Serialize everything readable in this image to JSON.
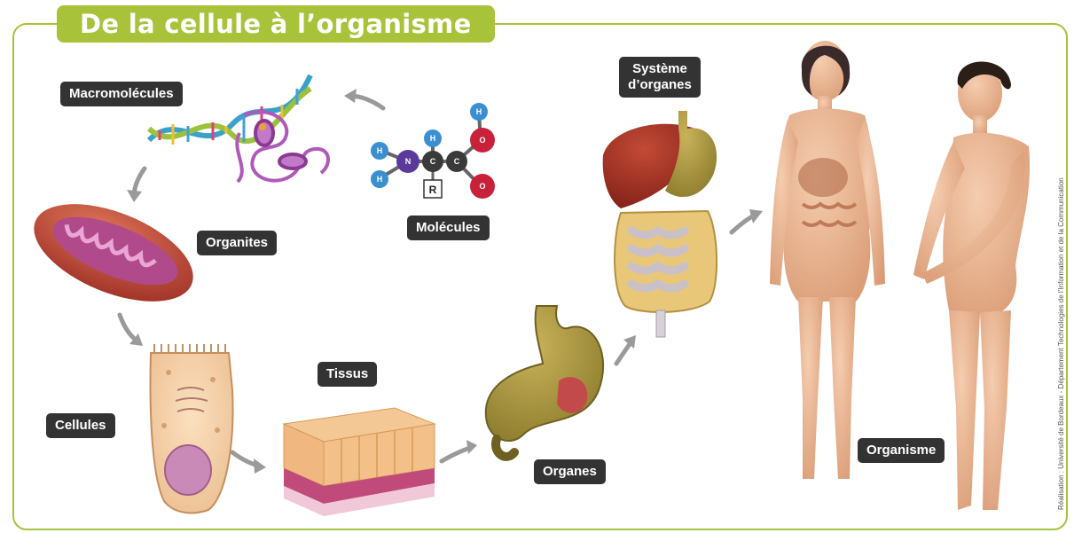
{
  "title": "De la cellule à l’organisme",
  "labels": {
    "macromolecules": "Macromolécules",
    "molecules": "Molécules",
    "organites": "Organites",
    "cellules": "Cellules",
    "tissus": "Tissus",
    "organes": "Organes",
    "systeme_line1": "Système",
    "systeme_line2": "d’organes",
    "organisme": "Organisme"
  },
  "molecule": {
    "atom_h": "H",
    "atom_n": "N",
    "atom_c": "C",
    "atom_o": "O",
    "radical": "R"
  },
  "credit": "Réalisation : Université de Bordeaux - Département Technologies de l’Information et de la Communication",
  "colors": {
    "frame_green": "#a8c23a",
    "label_bg": "#333333",
    "arrow_gray": "#9a9a9a",
    "skin": "#e8b28e"
  }
}
